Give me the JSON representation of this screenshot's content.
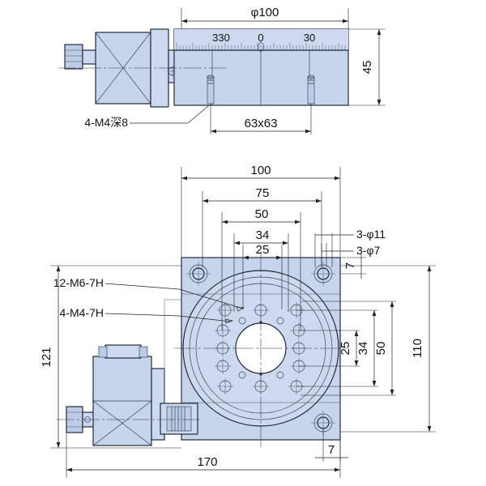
{
  "drawing": {
    "title": "rotary-stage-technical-drawing",
    "background_color": "#ffffff",
    "part_fill_color": "#c6d4ec",
    "line_color": "#1b2430",
    "text_color": "#111111"
  },
  "front_view": {
    "name": "front-elevation-view",
    "dimensions": {
      "top_width": "φ100",
      "height": "45",
      "bolt_spacing": "63x63"
    },
    "callouts": {
      "tapped_holes": "4-M4深8"
    },
    "scale_labels": [
      "330",
      "0",
      "30"
    ]
  },
  "plan_view": {
    "name": "plan-top-view",
    "horizontal_dimensions": [
      "100",
      "75",
      "50",
      "34",
      "25"
    ],
    "vertical_dimensions": [
      "7",
      "25",
      "34",
      "50",
      "110"
    ],
    "overall_dimensions": {
      "left_height": "121",
      "bottom_width": "170",
      "bottom_offset": "7"
    },
    "callouts": {
      "counterbore": "3-φ11",
      "through_hole": "3-φ7",
      "m6_threads": "12-M6-7H",
      "m4_threads": "4-M4-7H"
    }
  }
}
